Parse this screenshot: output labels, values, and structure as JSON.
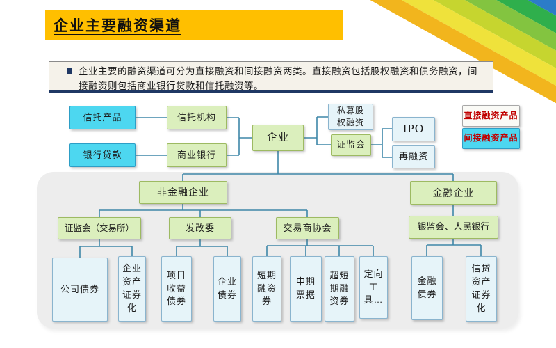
{
  "slide_title": "企业主要融资渠道",
  "summary": {
    "bullet": "■",
    "line1": "企业主要的融资渠道可分为直接融资和间接融资两类。直接融资包括股权融资和债务融资，间",
    "line2": "接融资则包括商业银行贷款和信托融资等。"
  },
  "legend": {
    "direct": "直接融资产品",
    "indirect": "间接融资产品"
  },
  "nodes": {
    "trust_product": "信托产品",
    "bank_loan": "银行贷款",
    "trust_institution": "信托机构",
    "commercial_bank": "商业银行",
    "enterprise": "企业",
    "private_equity": "私募股权融资",
    "csrc": "证监会",
    "ipo": "IPO",
    "refinancing": "再融资",
    "non_financial": "非金融企业",
    "financial": "金融企业",
    "csrc_exchange": "证监会（交易所）",
    "ndrc": "发改委",
    "dealers_assoc": "交易商协会",
    "cbrc_pboc": "银监会、人民银行",
    "corporate_bond": "公司债券",
    "enterprise_abs": "企业资产证券化",
    "project_revenue_bond": "项目收益债券",
    "enterprise_bond": "企业债券",
    "short_term_cp": "短期融资券",
    "mtn": "中期票据",
    "super_short_cp": "超短期融资券",
    "ppn": "定向工具…",
    "financial_bond": "金融债券",
    "credit_abs": "信贷资产证券化"
  },
  "edges": [
    [
      "信托产品",
      "信托机构"
    ],
    [
      "银行贷款",
      "商业银行"
    ],
    [
      "信托机构",
      "企业"
    ],
    [
      "商业银行",
      "企业"
    ],
    [
      "企业",
      "私募股权融资"
    ],
    [
      "企业",
      "证监会"
    ],
    [
      "证监会",
      "IPO"
    ],
    [
      "证监会",
      "再融资"
    ],
    [
      "企业",
      "非金融企业"
    ],
    [
      "企业",
      "金融企业"
    ],
    [
      "非金融企业",
      "证监会（交易所）"
    ],
    [
      "非金融企业",
      "发改委"
    ],
    [
      "非金融企业",
      "交易商协会"
    ],
    [
      "金融企业",
      "银监会、人民银行"
    ],
    [
      "证监会（交易所）",
      "公司债券"
    ],
    [
      "证监会（交易所）",
      "企业资产证券化"
    ],
    [
      "发改委",
      "项目收益债券"
    ],
    [
      "发改委",
      "企业债券"
    ],
    [
      "交易商协会",
      "短期融资券"
    ],
    [
      "交易商协会",
      "中期票据"
    ],
    [
      "交易商协会",
      "超短期融资券"
    ],
    [
      "交易商协会",
      "定向工具…"
    ],
    [
      "银监会、人民银行",
      "金融债券"
    ],
    [
      "银监会、人民银行",
      "信贷资产证券化"
    ]
  ],
  "colors": {
    "title_bar": "#FFBF00",
    "green_node_fill": "#DBEFBD",
    "green_node_border": "#9DBA62",
    "cyan_node_fill": "#4DD7F0",
    "cyan_node_border": "#2D9EC6",
    "lightblue_node_fill": "#E6F4F9",
    "lightblue_node_border": "#8AB4CE",
    "legend_text": "#C00000",
    "connector_line": "#3E87A8",
    "panel_background": "#EDEDED",
    "summary_accent": "#1F3864",
    "ribbon_stripes": [
      "#F2B51D",
      "#EFE23B",
      "#C6D52F",
      "#83C440",
      "#2FAF4C",
      "#2C7CC8",
      "#1E5F9C"
    ]
  }
}
